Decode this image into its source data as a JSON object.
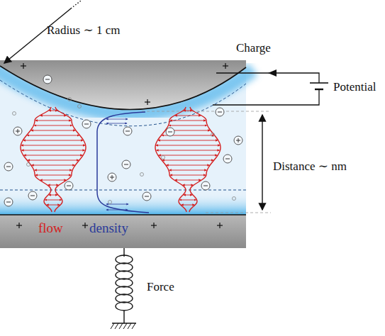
{
  "diagram": {
    "labels": [
      "Radius ∼ 1 cm",
      "Charge",
      "Potential",
      "Distance ∼ nm",
      "flow",
      "density",
      "Force"
    ]
  }
}
